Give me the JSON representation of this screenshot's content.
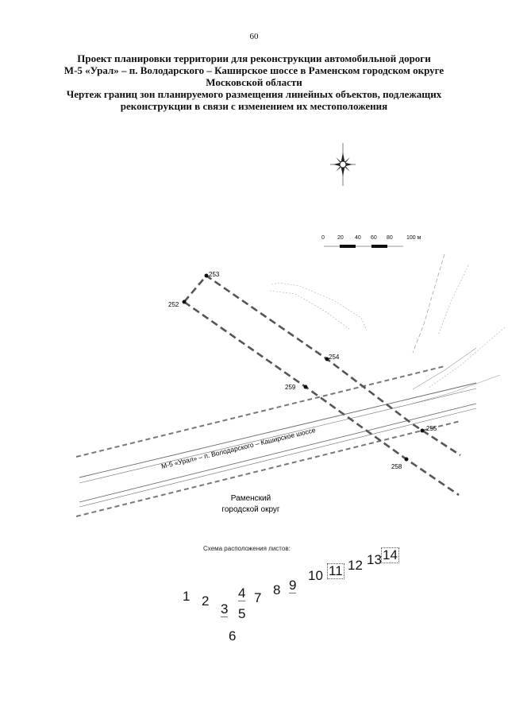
{
  "page_number": "60",
  "title_lines": [
    "Проект планировки территории для реконструкции автомобильной дороги",
    "М-5 «Урал» – п. Володарского – Каширское шоссе в Раменском городском округе",
    "Московской области",
    "Чертеж границ зон планируемого размещения линейных объектов, подлежащих",
    "реконструкции в связи с изменением их местоположения"
  ],
  "scale_bar": {
    "labels": [
      "0",
      "20",
      "40",
      "60",
      "80",
      "100 м"
    ]
  },
  "map": {
    "road_label": "М-5 «Урал» – п. Володарского – Каширское шоссе",
    "district_label_lines": [
      "Раменский",
      "городской округ"
    ],
    "points": [
      "253",
      "252",
      "254",
      "259",
      "255",
      "258"
    ]
  },
  "sheet_scheme": {
    "caption": "Схема расположения листов:",
    "sheets": [
      "1",
      "2",
      "3",
      "4",
      "5",
      "6",
      "7",
      "8",
      "9",
      "10",
      "11",
      "12",
      "13",
      "14"
    ]
  },
  "colors": {
    "boundary": "#555555",
    "road_lines": "#6a6a6a",
    "text": "#111111"
  }
}
